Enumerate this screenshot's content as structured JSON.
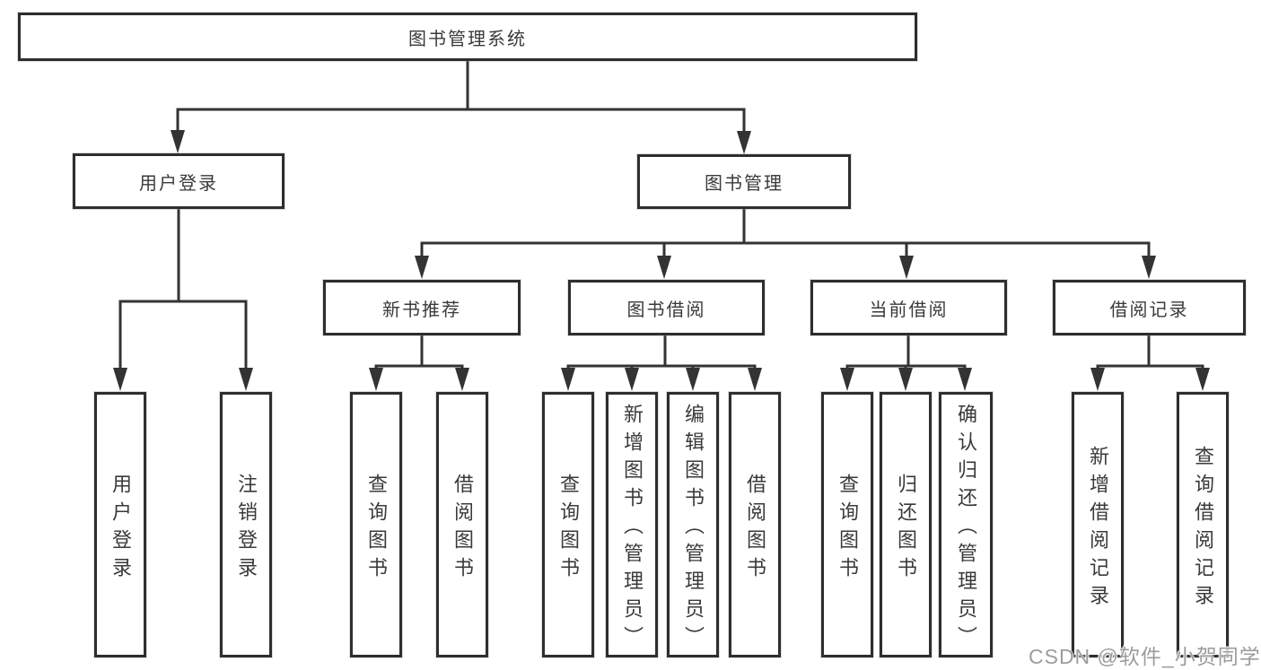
{
  "diagram": {
    "root": {
      "label": "图书管理系统"
    },
    "branches": [
      {
        "label": "用户登录",
        "children": [
          {
            "label": "用户登录"
          },
          {
            "label": "注销登录"
          }
        ]
      },
      {
        "label": "图书管理",
        "sections": [
          {
            "label": "新书推荐",
            "children": [
              {
                "label": "查询图书"
              },
              {
                "label": "借阅图书"
              }
            ]
          },
          {
            "label": "图书借阅",
            "children": [
              {
                "label": "查询图书"
              },
              {
                "label": "新增图书（管理员）"
              },
              {
                "label": "编辑图书（管理员）"
              },
              {
                "label": "借阅图书"
              }
            ]
          },
          {
            "label": "当前借阅",
            "children": [
              {
                "label": "查询图书"
              },
              {
                "label": "归还图书"
              },
              {
                "label": "确认归还（管理员）"
              }
            ]
          },
          {
            "label": "借阅记录",
            "children": [
              {
                "label": "新增借阅记录"
              },
              {
                "label": "查询借阅记录"
              }
            ]
          }
        ]
      }
    ],
    "colors": {
      "line": "#333333",
      "box_border": "#2e2e2e",
      "text": "#3a3a3a",
      "background": "#ffffff"
    }
  },
  "watermark": {
    "text": "CSDN @软件_小贺同学",
    "color": "#9c9c9c"
  }
}
